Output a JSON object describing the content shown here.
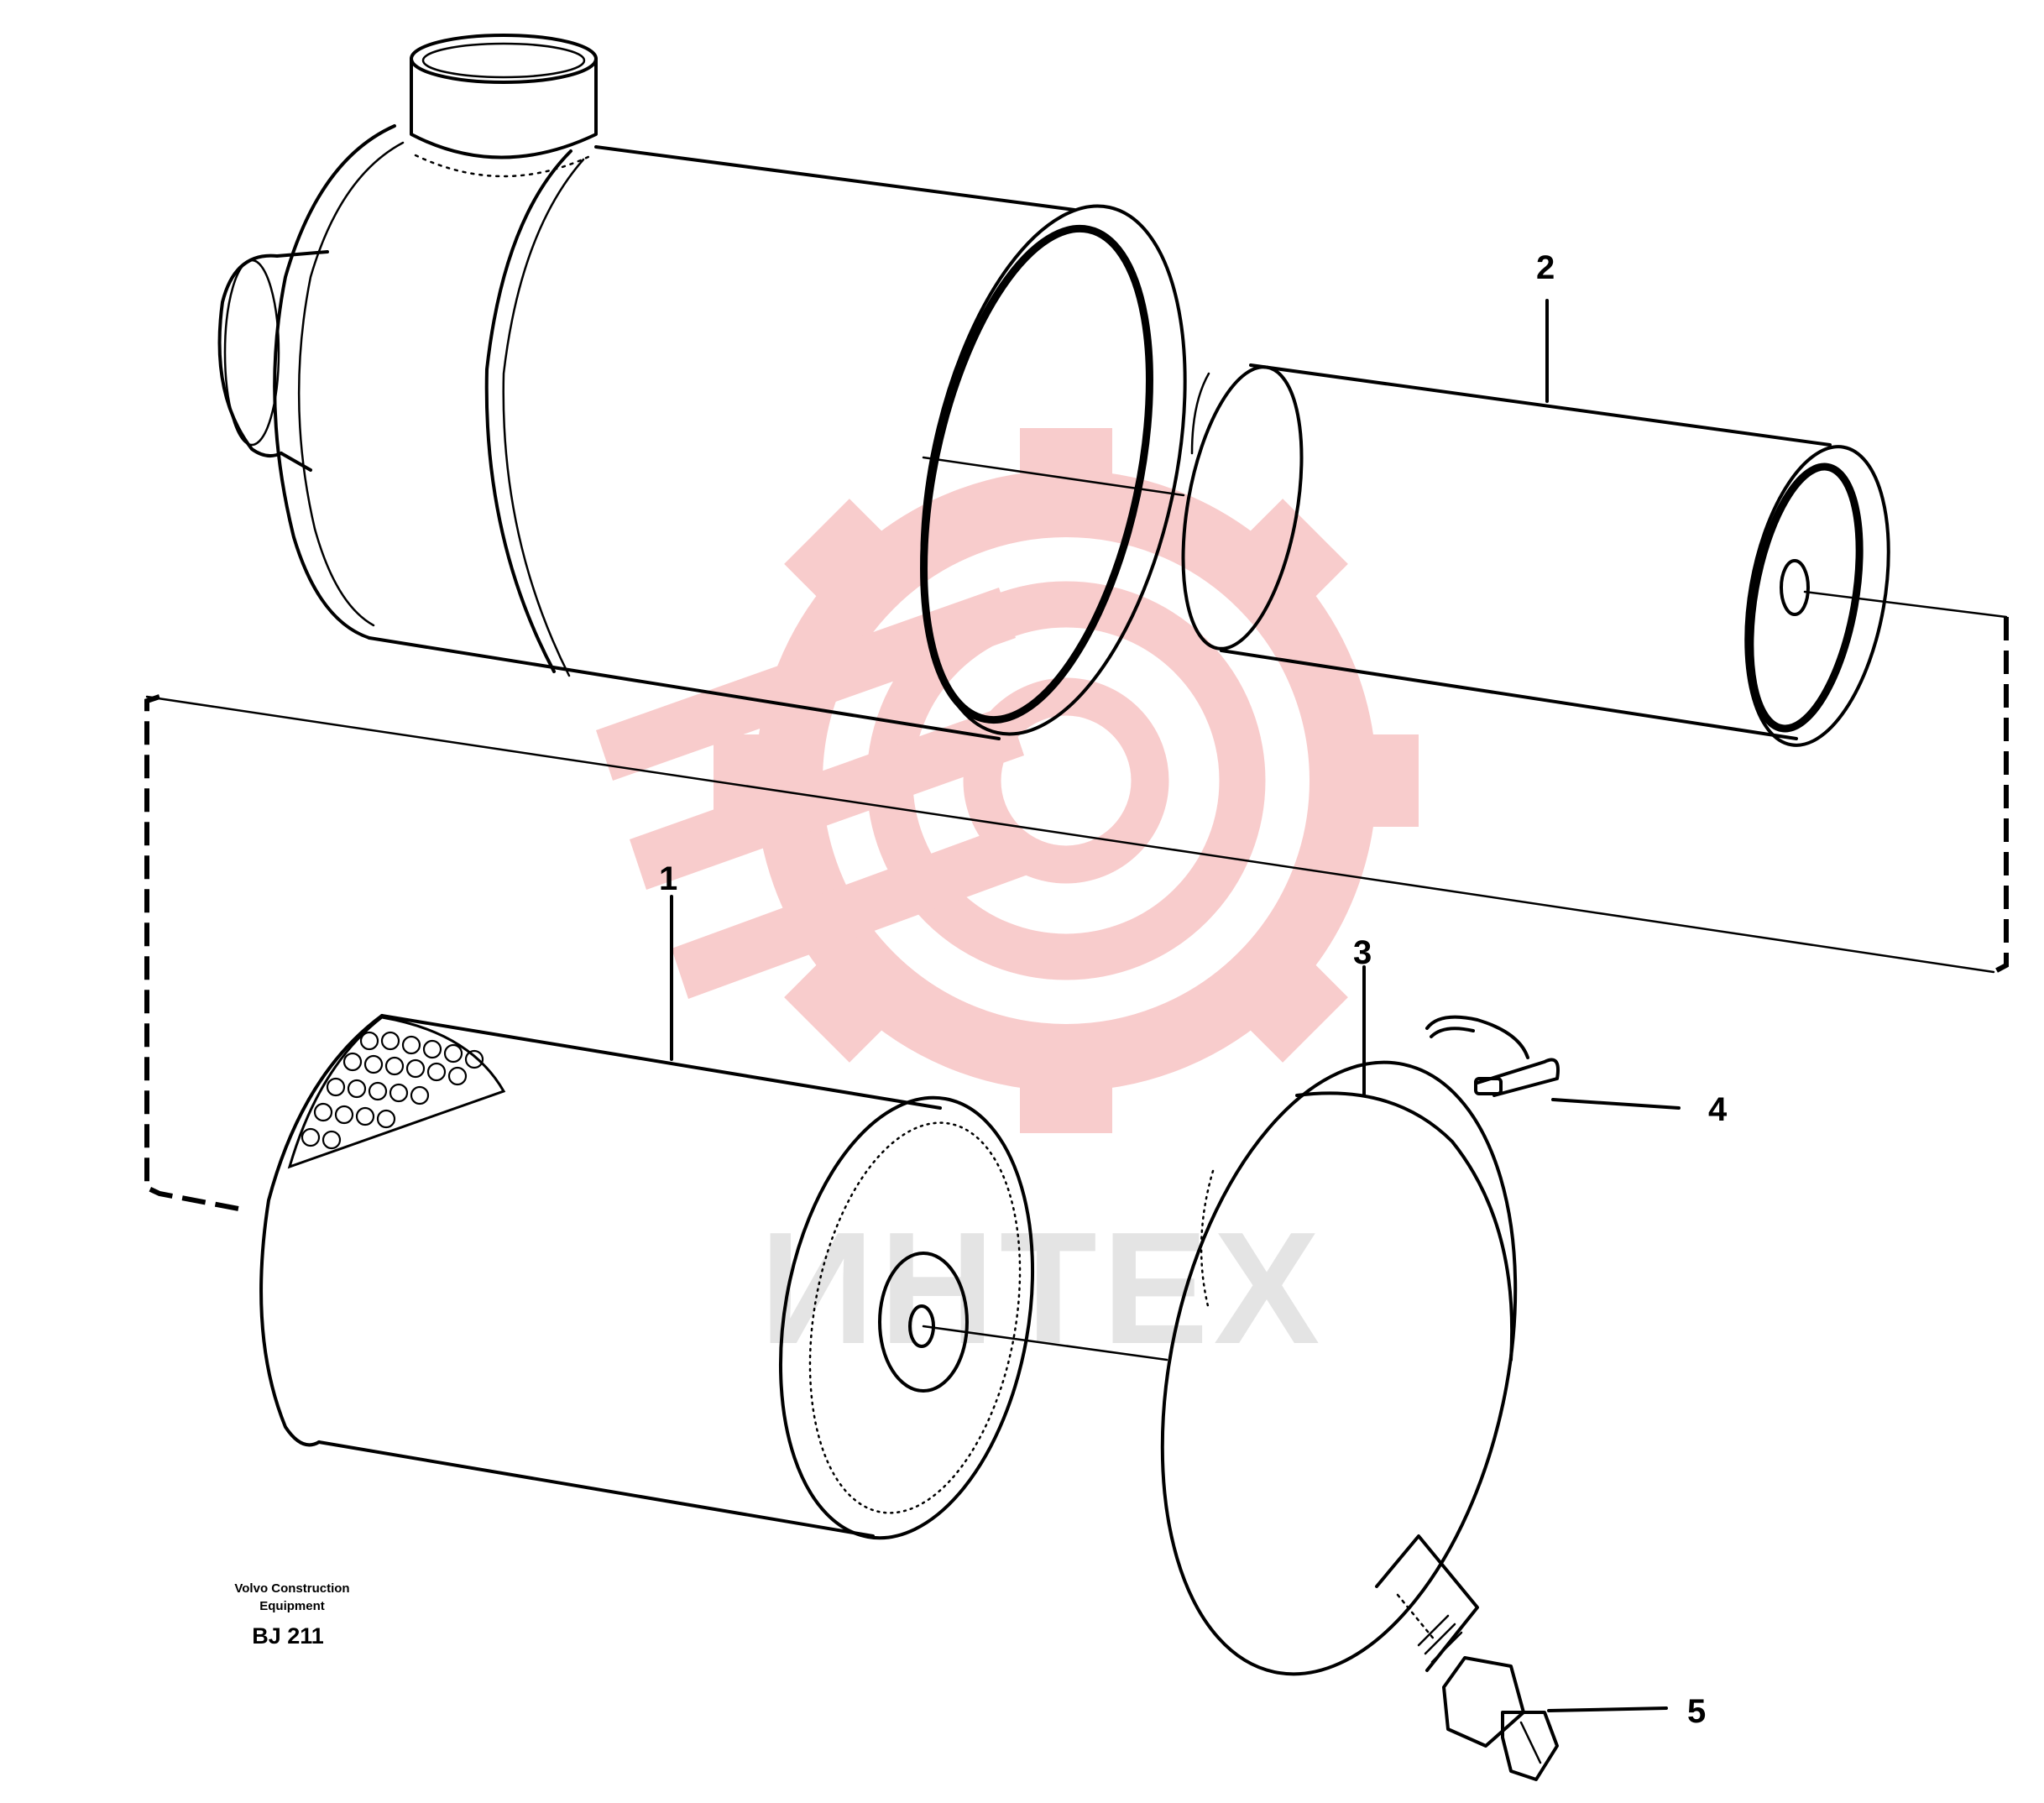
{
  "diagram": {
    "callouts": [
      {
        "id": "1",
        "label": "1"
      },
      {
        "id": "2",
        "label": "2"
      },
      {
        "id": "3",
        "label": "3"
      },
      {
        "id": "4",
        "label": "4"
      },
      {
        "id": "5",
        "label": "5"
      }
    ],
    "watermark": {
      "text": "ИНТЕХ",
      "color": "#f7c9c9"
    },
    "footer": {
      "company_line1": "Volvo Construction",
      "company_line2": "Equipment",
      "code": "BJ 211"
    }
  }
}
